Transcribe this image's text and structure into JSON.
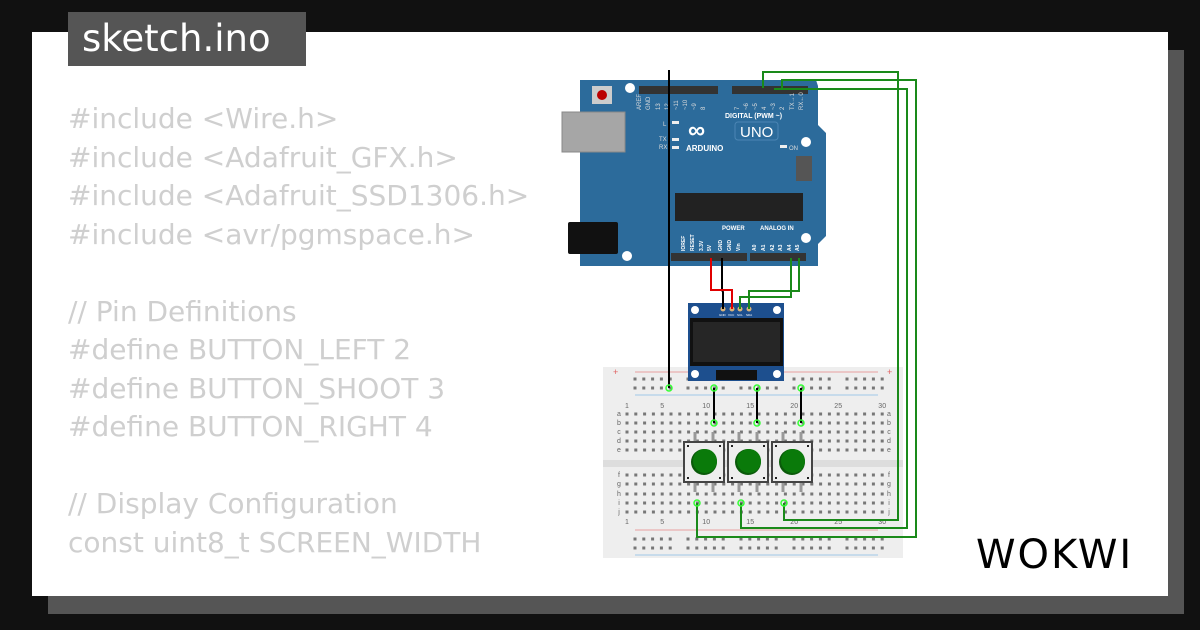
{
  "file_tab": {
    "label": "sketch.ino"
  },
  "code_lines": [
    "#include <Wire.h>",
    "#include <Adafruit_GFX.h>",
    "#include <Adafruit_SSD1306.h>",
    "#include <avr/pgmspace.h>",
    "",
    "// Pin Definitions",
    "#define BUTTON_LEFT 2",
    "#define BUTTON_SHOOT 3",
    "#define BUTTON_RIGHT 4",
    "",
    "// Display Configuration",
    "const uint8_t SCREEN_WIDTH"
  ],
  "arduino": {
    "brand": "ARDUINO",
    "model": "UNO",
    "digital_label": "DIGITAL (PWM ~)",
    "power_label": "POWER",
    "analog_label": "ANALOG IN",
    "on_label": "ON",
    "tx_label": "TX",
    "rx_label": "RX",
    "l_label": "L",
    "digital_pins": [
      "AREF",
      "GND",
      "13",
      "12",
      "~11",
      "~10",
      "~9",
      "8",
      "7",
      "~6",
      "~5",
      "4",
      "~3",
      "2",
      "TX→1",
      "RX←0"
    ],
    "power_pins": [
      "IOREF",
      "RESET",
      "3.3V",
      "5V",
      "GND",
      "GND",
      "Vin"
    ],
    "analog_pins": [
      "A0",
      "A1",
      "A2",
      "A3",
      "A4",
      "A5"
    ],
    "color": "#2c6b9b"
  },
  "oled": {
    "pins": [
      "GND",
      "VCC",
      "SCL",
      "SDA"
    ]
  },
  "breadboard": {
    "column_labels": [
      "1",
      "5",
      "10",
      "15",
      "20",
      "25",
      "30"
    ],
    "row_labels_top": [
      "a",
      "b",
      "c",
      "d",
      "e"
    ],
    "row_labels_bottom": [
      "f",
      "g",
      "h",
      "i",
      "j"
    ],
    "rail_plus": "+",
    "rail_minus": "-"
  },
  "buttons": [
    {
      "color": "#0a7a0a"
    },
    {
      "color": "#0a7a0a"
    },
    {
      "color": "#0a7a0a"
    }
  ],
  "wire_colors": {
    "gnd": "#000000",
    "vcc": "#e00000",
    "signal": "#1a8a1a"
  },
  "logo": "WOKWI"
}
